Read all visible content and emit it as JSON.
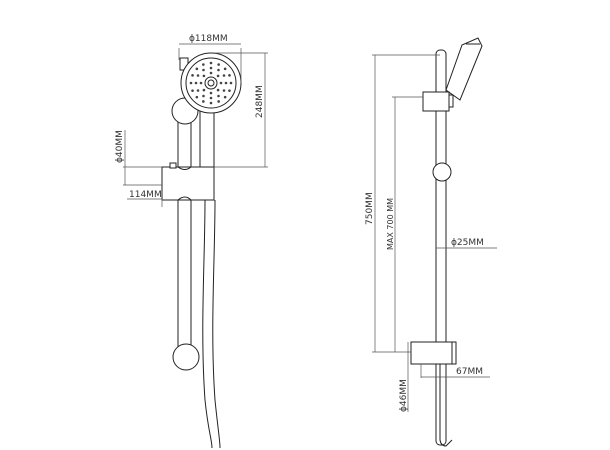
{
  "labels": {
    "head_diameter": "ϕ118MM",
    "head_height": "248MM",
    "holder_diameter": "ϕ40MM",
    "holder_depth": "114MM",
    "rail_length": "750MM",
    "max_adjust": "MAX 700 MM",
    "rail_diameter": "ϕ25MM",
    "bracket_diameter": "ϕ46MM",
    "bracket_depth": "67MM"
  }
}
